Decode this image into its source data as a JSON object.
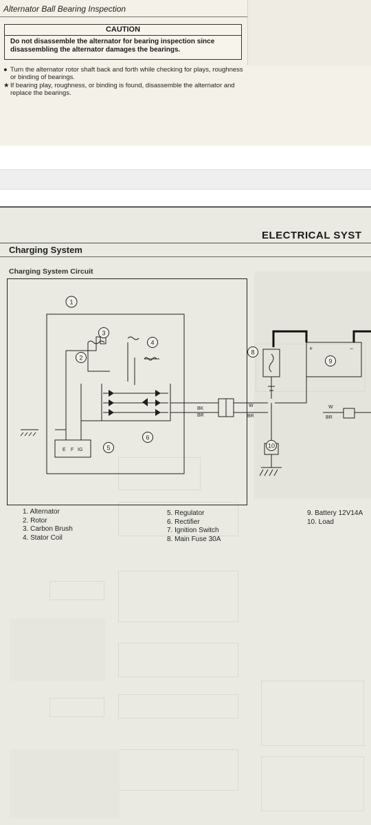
{
  "page1": {
    "section_title": "Alternator Ball Bearing Inspection",
    "caution": {
      "heading": "CAUTION",
      "text": "Do not disassemble the alternator for bearing inspection since disassembling the alternator damages the bearings."
    },
    "bullets": [
      {
        "marker": "●",
        "text": "Turn the alternator rotor shaft back and forth while checking for plays, roughness or binding of bearings."
      },
      {
        "marker": "★",
        "text": "If bearing play, roughness, or binding is found, disassemble the alternator and replace the bearings."
      }
    ]
  },
  "page2": {
    "header": "ELECTRICAL SYST",
    "section_title": "Charging System",
    "subsection_title": "Charging System Circuit",
    "diagram": {
      "callouts": [
        "1",
        "2",
        "3",
        "4",
        "5",
        "6",
        "8",
        "9",
        "10"
      ],
      "terminals": [
        "E",
        "F",
        "IG"
      ],
      "wire_labels": {
        "reg_out_top": "BK",
        "reg_out_bottom": "BR",
        "mid_top": "W",
        "mid_bottom": "BR",
        "right_top": "W",
        "right_bottom": "BR"
      }
    },
    "legend": {
      "col1": [
        "1. Alternator",
        "2. Rotor",
        "3. Carbon Brush",
        "4. Stator Coil"
      ],
      "col2": [
        "5. Regulator",
        "6. Rectifier",
        "7. Ignition Switch",
        "8. Main Fuse 30A"
      ],
      "col3": [
        "9. Battery 12V14A",
        "10. Load"
      ]
    }
  }
}
